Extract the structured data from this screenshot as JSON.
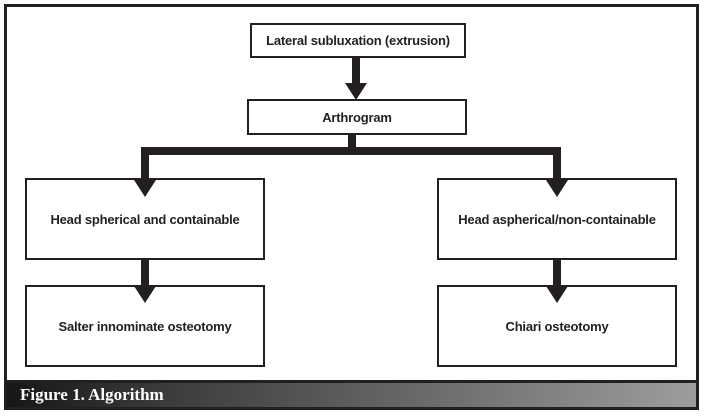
{
  "figure": {
    "caption": "Figure 1. Algorithm",
    "type": "flowchart",
    "nodes": [
      {
        "id": "lateral-subluxation",
        "label": "Lateral subluxation (extrusion)"
      },
      {
        "id": "arthrogram",
        "label": "Arthrogram"
      },
      {
        "id": "head-spherical",
        "label": "Head spherical and containable"
      },
      {
        "id": "head-aspherical",
        "label": "Head aspherical/non-containable"
      },
      {
        "id": "salter-osteotomy",
        "label": "Salter innominate osteotomy"
      },
      {
        "id": "chiari-osteotomy",
        "label": "Chiari osteotomy"
      }
    ],
    "edges": [
      {
        "from": "lateral-subluxation",
        "to": "arthrogram"
      },
      {
        "from": "arthrogram",
        "to": "head-spherical"
      },
      {
        "from": "arthrogram",
        "to": "head-aspherical"
      },
      {
        "from": "head-spherical",
        "to": "salter-osteotomy"
      },
      {
        "from": "head-aspherical",
        "to": "chiari-osteotomy"
      }
    ],
    "colors": {
      "ink": "#231f20",
      "box_background": "#ffffff",
      "caption_text": "#ffffff",
      "caption_gradient_start": "#161616",
      "caption_gradient_end": "#9d9d9d"
    }
  }
}
